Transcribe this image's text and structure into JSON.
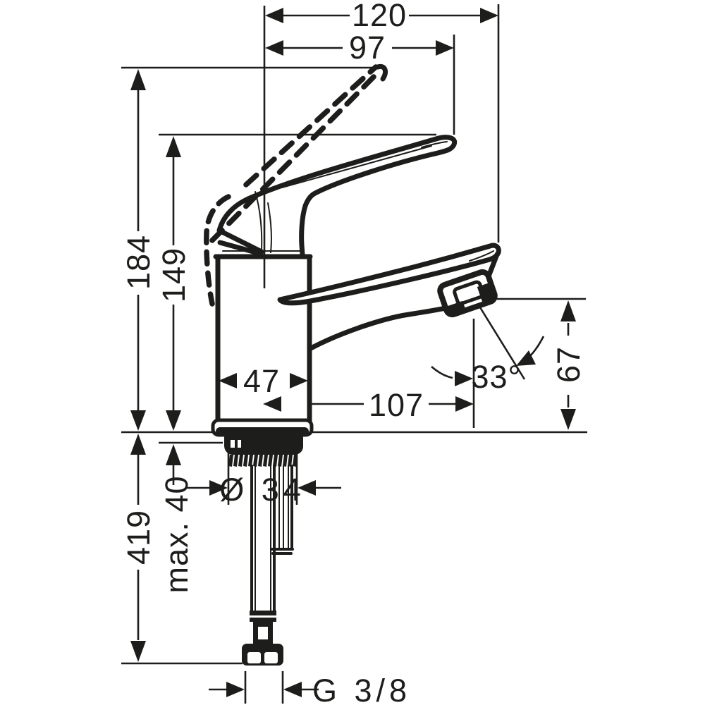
{
  "drawing": {
    "type": "technical-dimension-drawing",
    "subject": "single-lever basin mixer faucet, side view with mounting parts",
    "units": "mm",
    "colors": {
      "line": "#1d1d1b",
      "background": "#ffffff"
    },
    "dimensions": {
      "overall_depth": {
        "label": "120",
        "meaning": "overall projection incl. spout tip"
      },
      "lever_reach": {
        "label": "97",
        "meaning": "lever handle projection"
      },
      "total_height": {
        "label": "184",
        "meaning": "height with lever raised"
      },
      "lever_height": {
        "label": "149",
        "meaning": "height to lever tip"
      },
      "spout_height": {
        "label": "67",
        "meaning": "outlet height above deck"
      },
      "spray_angle": {
        "label": "33°",
        "meaning": "spray angle from vertical"
      },
      "body_width": {
        "label": "47",
        "meaning": "body diameter"
      },
      "spout_reach": {
        "label": "107",
        "meaning": "spout reach from body centre"
      },
      "shank_diameter": {
        "label": "Ø 34",
        "meaning": "tap hole / shank diameter"
      },
      "max_deck": {
        "label": "max. 40",
        "meaning": "maximum mounting deck thickness"
      },
      "hose_length": {
        "label": "419",
        "meaning": "supply hose length below deck"
      },
      "thread": {
        "label": "G 3/8",
        "meaning": "supply connection thread"
      }
    }
  }
}
